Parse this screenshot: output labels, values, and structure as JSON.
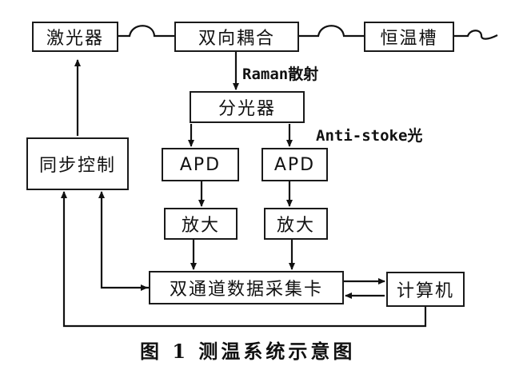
{
  "nodes": {
    "laser": "激光器",
    "coupler": "双向耦合",
    "thermostat": "恒温槽",
    "splitter": "分光器",
    "sync": "同步控制",
    "apd_left": "APD",
    "apd_right": "APD",
    "amp_left": "放大",
    "amp_right": "放大",
    "daq": "双通道数据采集卡",
    "computer": "计算机"
  },
  "labels": {
    "raman": "Raman散射",
    "antistokes": "Anti-stoke光"
  },
  "caption": "图 1  测温系统示意图"
}
